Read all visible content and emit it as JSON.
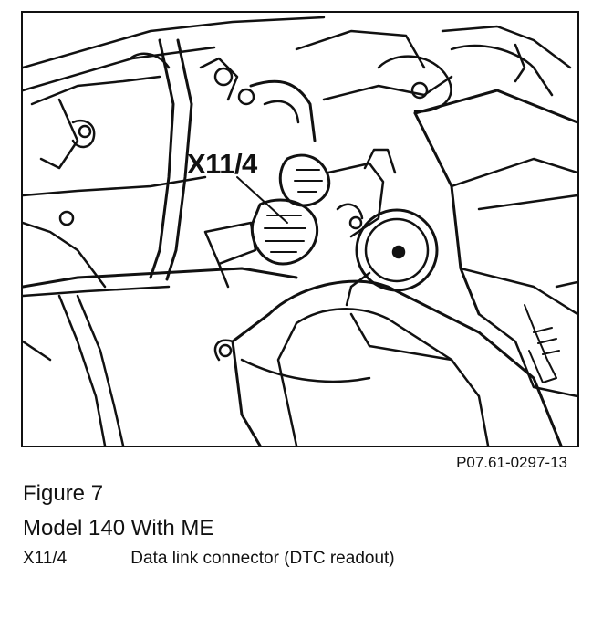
{
  "figure": {
    "callout_label": "X11/4",
    "reference_code": "P07.61-0297-13",
    "caption_number": "Figure 7",
    "caption_title": "Model 140 With ME"
  },
  "legend": [
    {
      "code": "X11/4",
      "description": "Data link connector (DTC readout)"
    }
  ]
}
